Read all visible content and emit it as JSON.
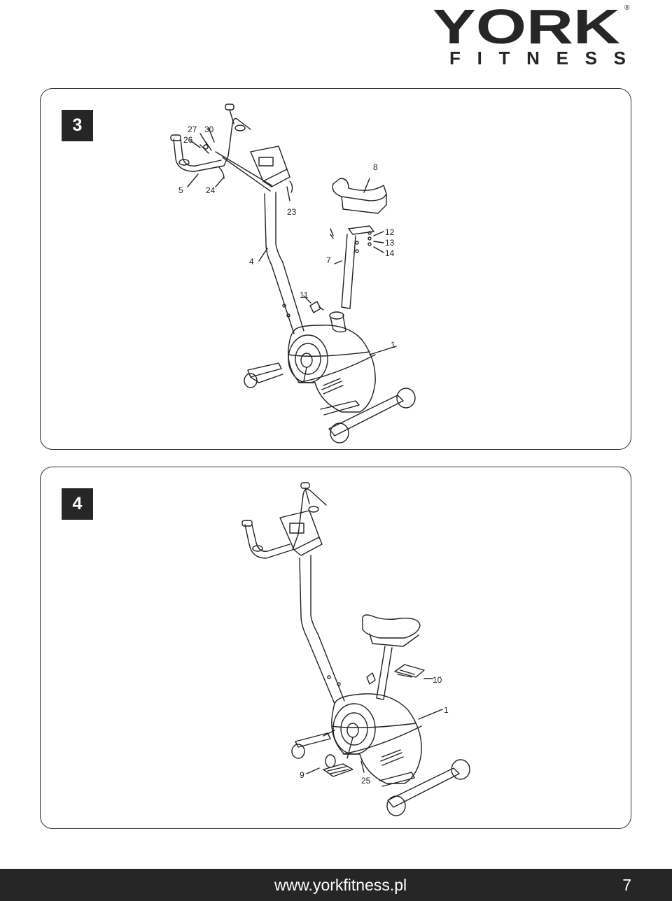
{
  "header": {
    "logo_word": "YORK",
    "logo_sub": "FITNESS",
    "logo_mark": "®"
  },
  "steps": [
    {
      "number": "3",
      "callouts": {
        "c27": "27",
        "c30": "30",
        "c26": "26",
        "c5": "5",
        "c24": "24",
        "c23": "23",
        "c8": "8",
        "c12": "12",
        "c13": "13",
        "c14": "14",
        "c4": "4",
        "c7": "7",
        "c11": "11",
        "c1": "1"
      }
    },
    {
      "number": "4",
      "callouts": {
        "c10": "10",
        "c1": "1",
        "c9": "9",
        "c25": "25"
      }
    }
  ],
  "footer": {
    "url": "www.yorkfitness.pl",
    "page_number": "7",
    "background": "#262626"
  }
}
